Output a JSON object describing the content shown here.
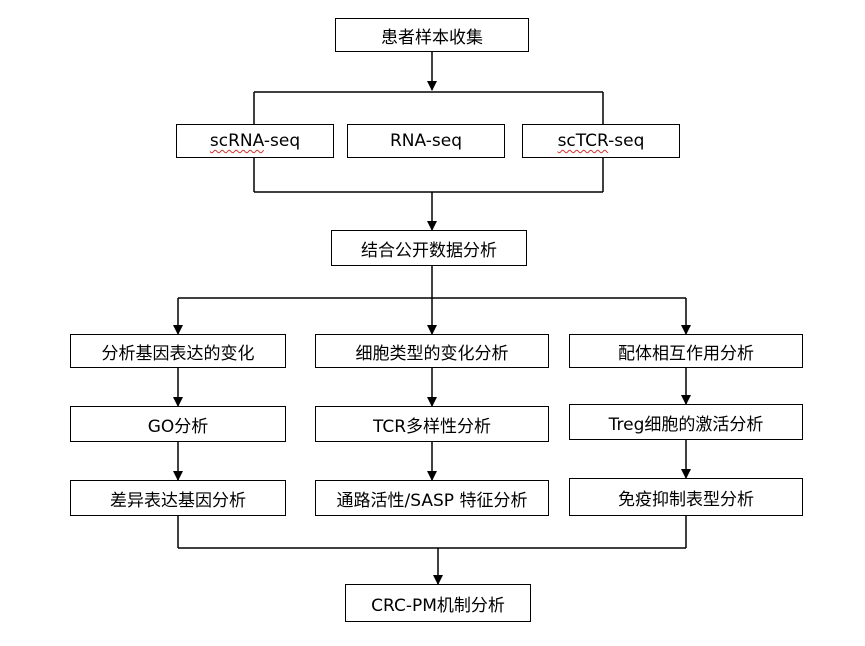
{
  "nodes": {
    "collect": "患者样本收集",
    "scrna_prefix": "scRNA",
    "scrna_suffix": "-seq",
    "rna": "RNA-seq",
    "sctcr_prefix": "scTCR",
    "sctcr_suffix": "-seq",
    "public": "结合公开数据分析",
    "gene_expr": "分析基因表达的变化",
    "celltype": "细胞类型的变化分析",
    "ligand": "配体相互作用分析",
    "go": "GO分析",
    "tcr": "TCR多样性分析",
    "treg": "Treg细胞的激活分析",
    "deg": "差异表达基因分析",
    "pathway": "通路活性/SASP 特征分析",
    "immune": "免疫抑制表型分析",
    "final": "CRC-PM机制分析"
  },
  "colors": {
    "line": "#000000",
    "box_border": "#000000",
    "spellcheck_underline": "#d0312d"
  }
}
